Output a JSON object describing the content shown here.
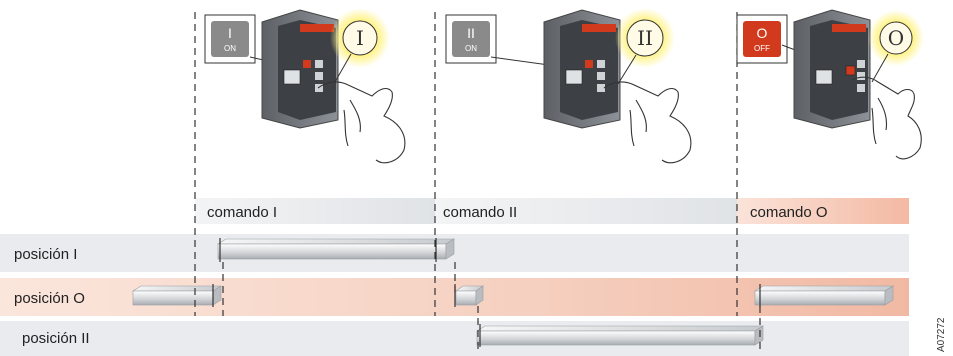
{
  "commands": [
    {
      "label": "comando I"
    },
    {
      "label": "comando II"
    },
    {
      "label": "comando O"
    }
  ],
  "positions": [
    {
      "label": "posición I"
    },
    {
      "label": "posición O"
    },
    {
      "label": "posición II"
    }
  ],
  "keys": [
    {
      "symbol": "I",
      "state": "ON",
      "color": "#8a8a8a"
    },
    {
      "symbol": "II",
      "state": "ON",
      "color": "#8a8a8a"
    },
    {
      "symbol": "O",
      "state": "OFF",
      "color": "#d23a1e"
    }
  ],
  "bubbles": [
    {
      "symbol": "I"
    },
    {
      "symbol": "II"
    },
    {
      "symbol": "O"
    }
  ],
  "figure_code": "A07272",
  "colors": {
    "command_band": "#e6e8ea",
    "command_band_off": "#f7cfc0",
    "position_row": "#e9ebee",
    "position_row_off": "#f4c9b8",
    "device_body": "#7a7f85",
    "device_accent": "#d23a1e",
    "bubble_glow": "#fff38a"
  }
}
